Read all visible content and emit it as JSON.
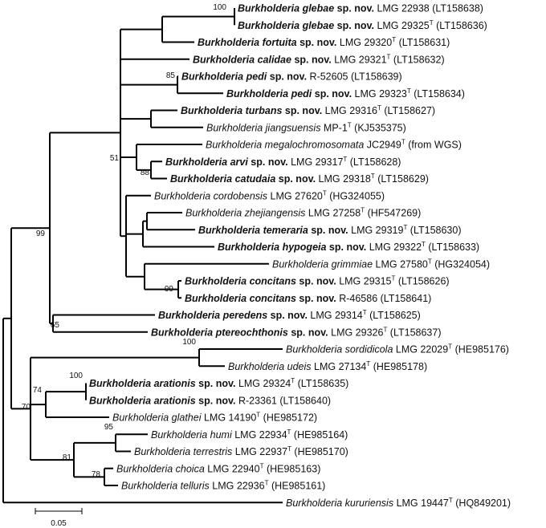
{
  "taxa": [
    {
      "genus": "Burkholderia",
      "species": "glebae",
      "nov": true,
      "strain": "LMG 22938",
      "T": false,
      "acc": "(LT158638)"
    },
    {
      "genus": "Burkholderia",
      "species": "glebae",
      "nov": true,
      "strain": "LMG 29325",
      "T": true,
      "acc": "(LT158636)"
    },
    {
      "genus": "Burkholderia",
      "species": "fortuita",
      "nov": true,
      "strain": "LMG 29320",
      "T": true,
      "acc": "(LT158631)"
    },
    {
      "genus": "Burkholderia",
      "species": "calidae",
      "nov": true,
      "strain": "LMG 29321",
      "T": true,
      "acc": "(LT158632)"
    },
    {
      "genus": "Burkholderia",
      "species": "pedi",
      "nov": true,
      "strain": "R-52605",
      "T": false,
      "acc": "(LT158639)"
    },
    {
      "genus": "Burkholderia",
      "species": "pedi",
      "nov": true,
      "strain": "LMG 29323",
      "T": true,
      "acc": "(LT158634)"
    },
    {
      "genus": "Burkholderia",
      "species": "turbans",
      "nov": true,
      "strain": "LMG 29316",
      "T": true,
      "acc": "(LT158627)"
    },
    {
      "genus": "Burkholderia",
      "species": "jiangsuensis",
      "nov": false,
      "strain": "MP-1",
      "T": true,
      "acc": "(KJ535375)"
    },
    {
      "genus": "Burkholderia",
      "species": "megalochromosomata",
      "nov": false,
      "strain": "JC2949",
      "T": true,
      "acc": "(from WGS)"
    },
    {
      "genus": "Burkholderia",
      "species": "arvi",
      "nov": true,
      "strain": "LMG 29317",
      "T": true,
      "acc": "(LT158628)"
    },
    {
      "genus": "Burkholderia",
      "species": "catudaia",
      "nov": true,
      "strain": "LMG 29318",
      "T": true,
      "acc": "(LT158629)"
    },
    {
      "genus": "Burkholderia",
      "species": "cordobensis",
      "nov": false,
      "strain": "LMG 27620",
      "T": true,
      "acc": "(HG324055)"
    },
    {
      "genus": "Burkholderia",
      "species": "zhejiangensis",
      "nov": false,
      "strain": "LMG 27258",
      "T": true,
      "acc": "(HF547269)"
    },
    {
      "genus": "Burkholderia",
      "species": "temeraria",
      "nov": true,
      "strain": "LMG 29319",
      "T": true,
      "acc": "(LT158630)"
    },
    {
      "genus": "Burkholderia",
      "species": "hypogeia",
      "nov": true,
      "strain": "LMG 29322",
      "T": true,
      "acc": "(LT158633)"
    },
    {
      "genus": "Burkholderia",
      "species": "grimmiae",
      "nov": false,
      "strain": "LMG 27580",
      "T": true,
      "acc": "(HG324054)"
    },
    {
      "genus": "Burkholderia",
      "species": "concitans",
      "nov": true,
      "strain": "LMG 29315",
      "T": true,
      "acc": "(LT158626)"
    },
    {
      "genus": "Burkholderia",
      "species": "concitans",
      "nov": true,
      "strain": "R-46586",
      "T": false,
      "acc": "(LT158641)"
    },
    {
      "genus": "Burkholderia",
      "species": "peredens",
      "nov": true,
      "strain": "LMG 29314",
      "T": true,
      "acc": "(LT158625)"
    },
    {
      "genus": "Burkholderia",
      "species": "ptereochthonis",
      "nov": true,
      "strain": "LMG 29326",
      "T": true,
      "acc": "(LT158637)"
    },
    {
      "genus": "Burkholderia",
      "species": "sordidicola",
      "nov": false,
      "strain": "LMG 22029",
      "T": true,
      "acc": "(HE985176)"
    },
    {
      "genus": "Burkholderia",
      "species": "udeis",
      "nov": false,
      "strain": "LMG 27134",
      "T": true,
      "acc": "(HE985178)"
    },
    {
      "genus": "Burkholderia",
      "species": "arationis",
      "nov": true,
      "strain": "LMG 29324",
      "T": true,
      "acc": "(LT158635)"
    },
    {
      "genus": "Burkholderia",
      "species": "arationis",
      "nov": true,
      "strain": "R-23361",
      "T": false,
      "acc": "(LT158640)"
    },
    {
      "genus": "Burkholderia",
      "species": "glathei",
      "nov": false,
      "strain": "LMG 14190",
      "T": true,
      "acc": "(HE985172)"
    },
    {
      "genus": "Burkholderia",
      "species": "humi",
      "nov": false,
      "strain": "LMG 22934",
      "T": true,
      "acc": "(HE985164)"
    },
    {
      "genus": "Burkholderia",
      "species": "terrestris",
      "nov": false,
      "strain": "LMG 22937",
      "T": true,
      "acc": "(HE985170)"
    },
    {
      "genus": "Burkholderia",
      "species": "choica",
      "nov": false,
      "strain": "LMG 22940",
      "T": true,
      "acc": "(HE985163)"
    },
    {
      "genus": "Burkholderia",
      "species": "telluris",
      "nov": false,
      "strain": "LMG 22936",
      "T": true,
      "acc": "(HE985161)"
    },
    {
      "genus": "Burkholderia",
      "species": "kururiensis",
      "nov": false,
      "strain": "LMG 19447",
      "T": true,
      "acc": "(HQ849201)"
    }
  ],
  "nov_text": "sp. nov.",
  "type_mark": "T",
  "bootstrap": [
    "100",
    "85",
    "51",
    "88",
    "99",
    "99",
    "65",
    "100",
    "100",
    "74",
    "70",
    "95",
    "81",
    "78"
  ],
  "scale_label": "0.05"
}
